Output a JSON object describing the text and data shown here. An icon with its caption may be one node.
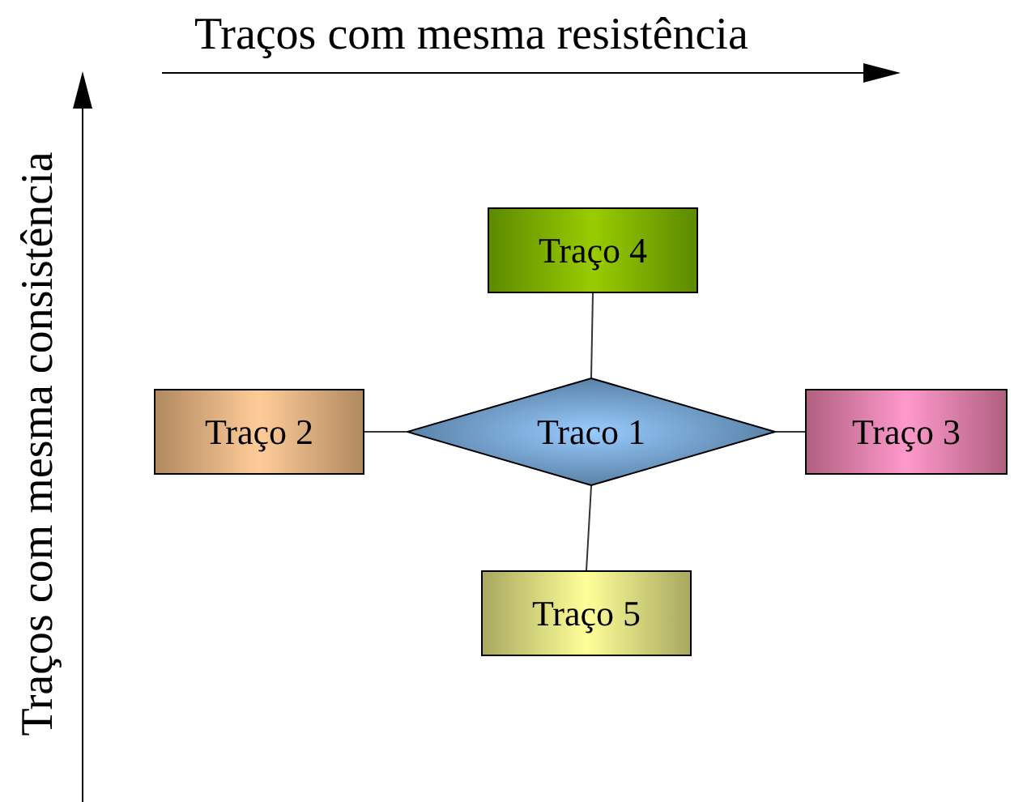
{
  "diagram": {
    "nodes": [
      {
        "text": [
          "Traço 4"
        ]
      },
      {
        "text": [
          "Traço 2"
        ]
      },
      {
        "text": [
          "Traco 1"
        ]
      },
      {
        "text": [
          "Traço 3"
        ]
      },
      {
        "text": [
          "Traço 5"
        ]
      }
    ],
    "edges": [
      {
        "from": 2,
        "to": 0,
        "arrow": "none"
      },
      {
        "from": 2,
        "to": 1,
        "arrow": "none"
      },
      {
        "from": 2,
        "to": 3,
        "arrow": "none"
      },
      {
        "from": 2,
        "to": 4,
        "arrow": "none"
      }
    ],
    "labels": [
      "Traços com mesma resistência",
      "Traços com mesma consistência"
    ]
  }
}
